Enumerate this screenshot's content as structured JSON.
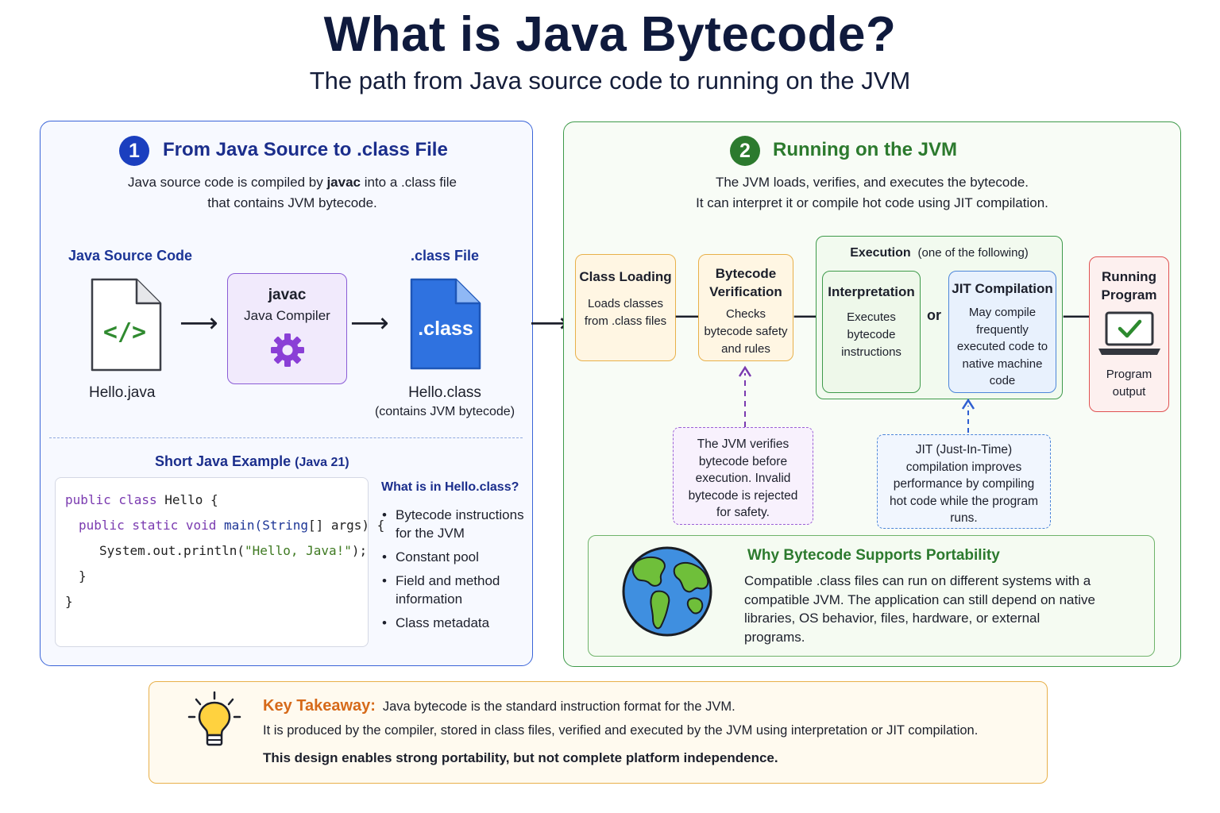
{
  "header": {
    "title": "What is Java Bytecode?",
    "subtitle": "The path from Java source code to running on the JVM"
  },
  "section1": {
    "number": "1",
    "title": "From Java Source to .class File",
    "desc_line1_pre": "Java source code is compiled by ",
    "desc_line1_bold": "javac",
    "desc_line1_post": " into a .class file",
    "desc_line2": "that contains JVM bytecode.",
    "source": {
      "label": "Java Source Code",
      "icon_text": "</>",
      "filename": "Hello.java"
    },
    "compiler": {
      "name": "javac",
      "subtitle": "Java Compiler",
      "icon": "gear-icon"
    },
    "classfile": {
      "label": ".class File",
      "icon_text": ".class",
      "filename": "Hello.class",
      "note": "(contains JVM bytecode)"
    },
    "example": {
      "title": "Short Java Example",
      "title_suffix": "(Java 21)",
      "code": {
        "line1_kw": "public class",
        "line1_rest": " Hello {",
        "line2_kw": "public static void",
        "line2_name": " main(",
        "line2_type": "String",
        "line2_rest": "[] args) {",
        "line3_pre": "System.out.println(",
        "line3_str": "\"Hello, Java!\"",
        "line3_post": ");",
        "line4": "}",
        "line5": "}"
      }
    },
    "whats_in": {
      "title": "What is in Hello.class?",
      "items": [
        "Bytecode instructions for the JVM",
        "Constant pool",
        "Field and method information",
        "Class metadata"
      ]
    }
  },
  "section2": {
    "number": "2",
    "title": "Running on the JVM",
    "desc_line1": "The JVM loads, verifies, and executes the bytecode.",
    "desc_line2": "It can interpret it or compile hot code using JIT compilation.",
    "class_loading": {
      "title": "Class Loading",
      "desc": "Loads classes from .class files"
    },
    "verification": {
      "title": "Bytecode Verification",
      "desc": "Checks bytecode safety and rules"
    },
    "execution": {
      "title": "Execution",
      "title_suffix": "(one of the following)",
      "interpretation": {
        "title": "Interpretation",
        "desc": "Executes bytecode instructions"
      },
      "or_label": "or",
      "jit": {
        "title": "JIT Compilation",
        "desc": "May compile frequently executed code to native machine code"
      }
    },
    "running": {
      "title": "Running Program",
      "desc": "Program output",
      "icon": "laptop-check-icon"
    },
    "verify_note": "The JVM verifies bytecode before execution. Invalid bytecode is rejected for safety.",
    "jit_note": "JIT (Just-In-Time) compilation improves performance by compiling hot code while the program runs.",
    "portability": {
      "title": "Why Bytecode Supports Portability",
      "text": "Compatible .class files can run on different systems with a compatible JVM. The application can still depend on native libraries, OS behavior, files, hardware, or external programs.",
      "icon": "globe-icon"
    }
  },
  "takeaway": {
    "label": "Key Takeaway:",
    "line1": "Java bytecode is the standard instruction format for the JVM.",
    "line2": "It is produced by the compiler, stored in class files, verified and executed by the JVM using interpretation or JIT compilation.",
    "line3": "This design enables strong portability, but not complete platform independence.",
    "icon": "lightbulb-icon"
  },
  "colors": {
    "section1_accent": "#1b3fbf",
    "section2_accent": "#2c7a2e",
    "compiler_box": "#8a5cd6",
    "class_file": "#2f72e0",
    "loading_box": "#e8b04a",
    "execution_box": "#3e9a4a",
    "jit_box": "#4d86d9",
    "running_box": "#e05252",
    "takeaway_accent": "#d66a1a"
  }
}
